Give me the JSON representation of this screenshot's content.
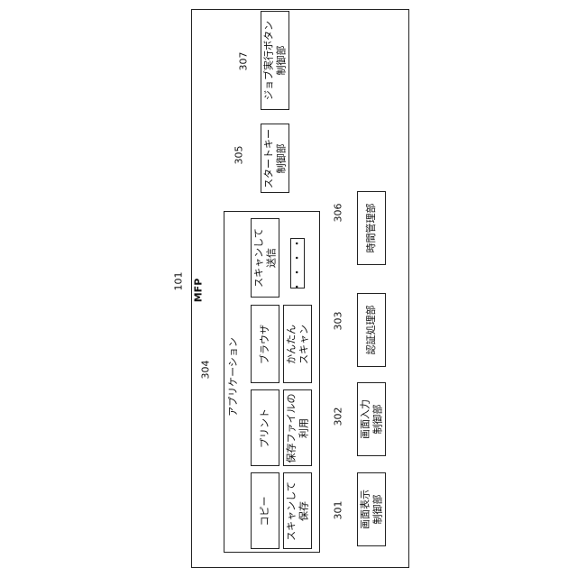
{
  "mfp": {
    "ref": "101",
    "label": "MFP"
  },
  "applications": {
    "ref": "304",
    "title": "アプリケーション",
    "items": [
      "コピー",
      "スキャンして\n保存",
      "プリント",
      "保存ファイルの\n利用",
      "ブラウザ",
      "かんたん\nスキャン",
      "スキャンして\n送信",
      "・・・・"
    ]
  },
  "controllers": {
    "job_button": {
      "ref": "307",
      "label": "ジョブ実行ボタン\n制御部"
    },
    "start_key": {
      "ref": "305",
      "label": "スタートキー\n制御部"
    },
    "time_mgmt": {
      "ref": "306",
      "label": "時間管理部"
    },
    "auth": {
      "ref": "303",
      "label": "認証処理部"
    },
    "screen_input": {
      "ref": "302",
      "label": "画面入力\n制御部"
    },
    "screen_display": {
      "ref": "301",
      "label": "画面表示\n制御部"
    }
  }
}
